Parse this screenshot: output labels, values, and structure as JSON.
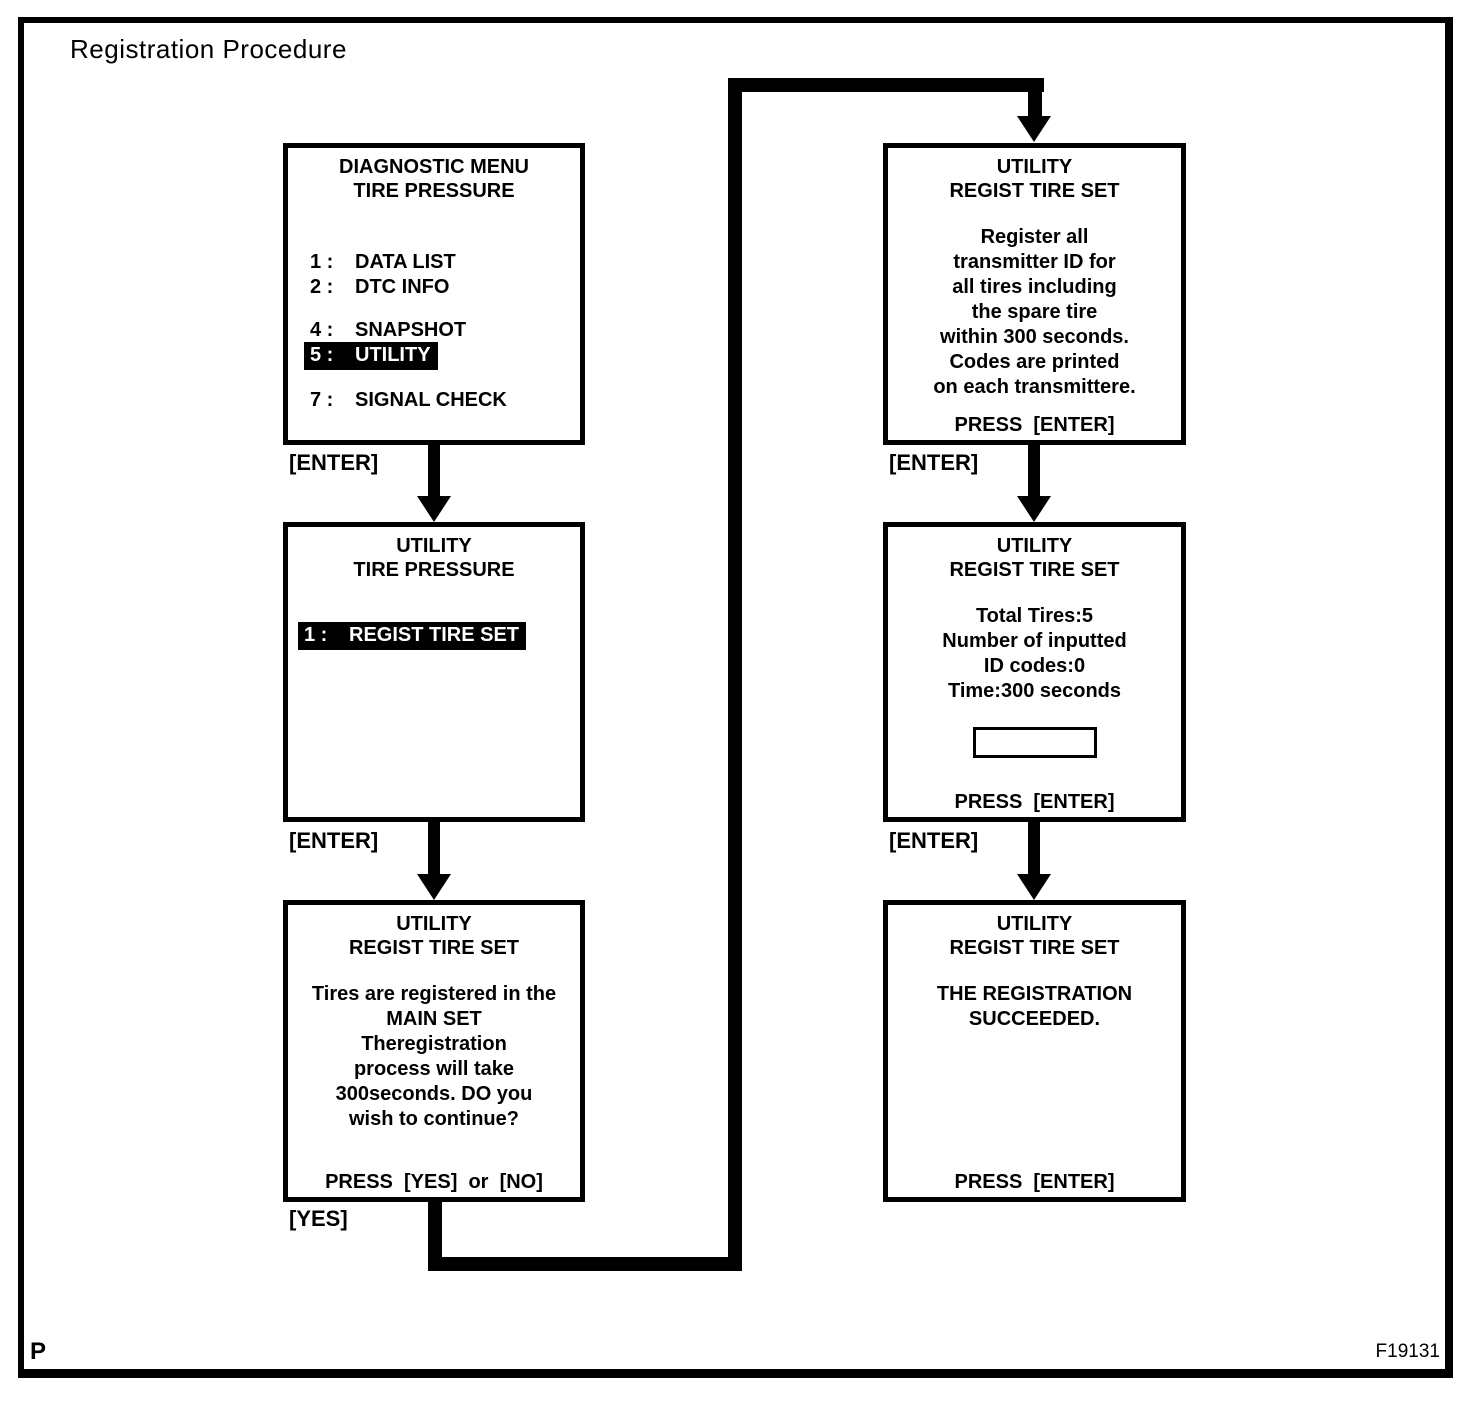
{
  "title": "Registration Procedure",
  "footer_marks": {
    "page_letter": "P",
    "figure_code": "F19131"
  },
  "colors": {
    "ink": "#000000",
    "paper": "#ffffff",
    "highlight_bg": "#000000",
    "highlight_fg": "#ffffff"
  },
  "flow_labels": {
    "enter_left_1": "[ENTER]",
    "enter_left_2": "[ENTER]",
    "yes_left": "[YES]",
    "enter_right_1": "[ENTER]",
    "enter_right_2": "[ENTER]"
  },
  "screens": {
    "diagnostic_menu": {
      "header": {
        "line1": "DIAGNOSTIC MENU",
        "line2": "TIRE PRESSURE"
      },
      "items": [
        {
          "num": "1 :",
          "label": "DATA LIST",
          "highlighted": false
        },
        {
          "num": "2 :",
          "label": "DTC INFO",
          "highlighted": false
        },
        {
          "num": "4 :",
          "label": "SNAPSHOT",
          "highlighted": false
        },
        {
          "num": "5 :",
          "label": "UTILITY",
          "highlighted": true
        },
        {
          "num": "7 :",
          "label": "SIGNAL CHECK",
          "highlighted": false
        }
      ]
    },
    "utility_menu": {
      "header": {
        "line1": "UTILITY",
        "line2": "TIRE PRESSURE"
      },
      "items": [
        {
          "num": "1 :",
          "label": "REGIST TIRE SET",
          "highlighted": true
        }
      ]
    },
    "confirm_registration": {
      "header": {
        "line1": "UTILITY",
        "line2": "REGIST TIRE SET"
      },
      "body": "Tires are registered in the\nMAIN SET\nTheregistration\nprocess will take\n300seconds. DO you\nwish to continue?",
      "footer": "PRESS  [YES]  or  [NO]"
    },
    "register_instructions": {
      "header": {
        "line1": "UTILITY",
        "line2": "REGIST TIRE SET"
      },
      "body": "Register all\ntransmitter ID for\nall tires including\nthe spare tire\nwithin 300 seconds.\nCodes are printed\non each transmittere.",
      "footer": "PRESS  [ENTER]"
    },
    "registration_progress": {
      "header": {
        "line1": "UTILITY",
        "line2": "REGIST TIRE SET"
      },
      "body": "Total Tires:5\nNumber of inputted\nID codes:0\nTime:300 seconds",
      "input_value": "",
      "footer": "PRESS  [ENTER]"
    },
    "registration_success": {
      "header": {
        "line1": "UTILITY",
        "line2": "REGIST TIRE SET"
      },
      "body": "THE REGISTRATION\nSUCCEEDED.",
      "footer": "PRESS  [ENTER]"
    }
  }
}
